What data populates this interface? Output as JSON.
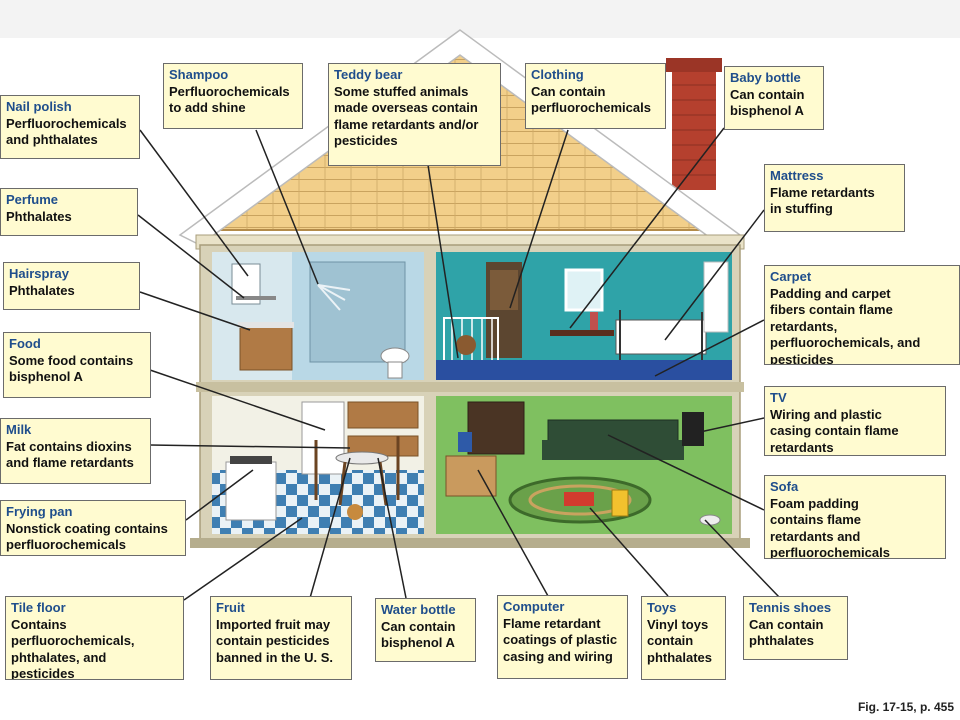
{
  "callouts": [
    {
      "id": "shampoo",
      "title": "Shampoo",
      "desc": "Perfluorochemicals\nto add shine"
    },
    {
      "id": "teddy-bear",
      "title": "Teddy bear",
      "desc": "Some stuffed animals\nmade overseas contain\nflame retardants and/or\npesticides"
    },
    {
      "id": "clothing",
      "title": "Clothing",
      "desc": "Can contain\nperfluorochemicals"
    },
    {
      "id": "baby-bottle",
      "title": "Baby bottle",
      "desc": "Can contain\nbisphenol A"
    },
    {
      "id": "nail-polish",
      "title": "Nail polish",
      "desc": "Perfluorochemicals\nand phthalates"
    },
    {
      "id": "mattress",
      "title": "Mattress",
      "desc": "Flame retardants\nin stuffing"
    },
    {
      "id": "perfume",
      "title": "Perfume",
      "desc": "Phthalates"
    },
    {
      "id": "hairspray",
      "title": "Hairspray",
      "desc": "Phthalates"
    },
    {
      "id": "carpet",
      "title": "Carpet",
      "desc": "Padding and carpet\nfibers contain flame\nretardants,\nperfluorochemicals, and\npesticides"
    },
    {
      "id": "food",
      "title": "Food",
      "desc": "Some food contains\nbisphenol A"
    },
    {
      "id": "tv",
      "title": "TV",
      "desc": "Wiring and plastic\ncasing contain flame\nretardants"
    },
    {
      "id": "milk",
      "title": "Milk",
      "desc": "Fat contains dioxins\nand flame retardants"
    },
    {
      "id": "sofa",
      "title": "Sofa",
      "desc": "Foam padding\ncontains flame\nretardants and\nperfluorochemicals"
    },
    {
      "id": "frying-pan",
      "title": "Frying pan",
      "desc": "Nonstick coating contains\nperfluorochemicals"
    },
    {
      "id": "tile-floor",
      "title": "Tile floor",
      "desc": "Contains\nperfluorochemicals,\nphthalates, and\npesticides"
    },
    {
      "id": "fruit",
      "title": "Fruit",
      "desc": "Imported fruit may\ncontain pesticides\nbanned in the U. S."
    },
    {
      "id": "water-bottle",
      "title": "Water bottle",
      "desc": "Can contain\nbisphenol A"
    },
    {
      "id": "computer",
      "title": "Computer",
      "desc": "Flame retardant\ncoatings of plastic\ncasing and wiring"
    },
    {
      "id": "toys",
      "title": "Toys",
      "desc": "Vinyl toys\ncontain\nphthalates"
    },
    {
      "id": "tennis-shoes",
      "title": "Tennis shoes",
      "desc": "Can contain\nphthalates"
    }
  ],
  "figure_ref": "Fig. 17-15, p. 455",
  "colors": {
    "callout_fill": "#fffbd0",
    "callout_title": "#1f4e8c",
    "roof": "#f2cf8a",
    "wall": "#d8d2b8",
    "chimney": "#b5402e",
    "bathroom": "#b9d8e6",
    "nursery": "#2fa3a8",
    "kitchen": "#f2f1e6",
    "family_room": "#7fc060",
    "carpet": "#2a4fa0",
    "leader_line": "#222222"
  }
}
